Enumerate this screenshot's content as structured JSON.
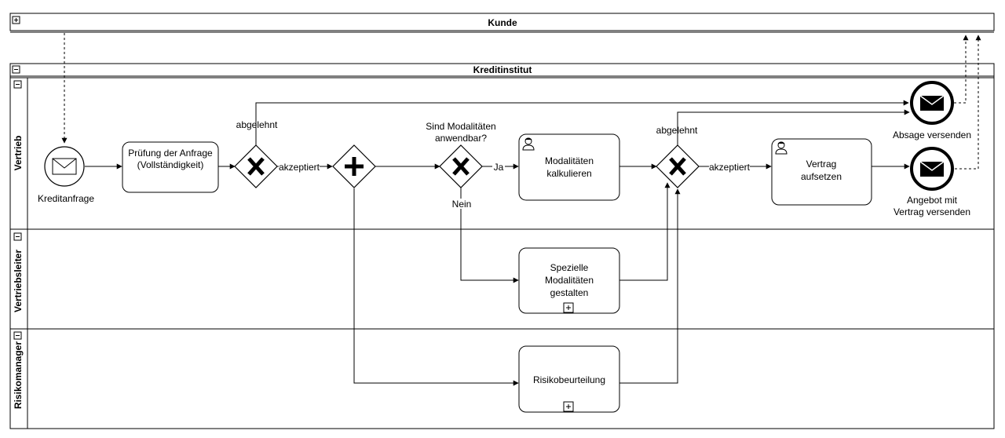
{
  "pools": {
    "customer": {
      "title": "Kunde"
    },
    "bank": {
      "title": "Kreditinstitut"
    }
  },
  "lanes": {
    "sales": "Vertrieb",
    "sales_manager": "Vertriebsleiter",
    "risk_manager": "Risikomanager"
  },
  "events": {
    "start_label": "Kreditanfrage",
    "end_reject_label": "Absage versenden",
    "end_offer_label": [
      "Angebot mit",
      "Vertrag versenden"
    ]
  },
  "tasks": {
    "check_request": [
      "Prüfung der Anfrage",
      "(Vollständigkeit)"
    ],
    "calc_modalities": [
      "Modalitäten",
      "kalkulieren"
    ],
    "special_modalities": [
      "Spezielle",
      "Modalitäten",
      "gestalten"
    ],
    "risk_assessment": [
      "Risikobeurteilung"
    ],
    "prepare_contract": [
      "Vertrag",
      "aufsetzen"
    ]
  },
  "gateways": {
    "question": [
      "Sind Modalitäten",
      "anwendbar?"
    ]
  },
  "flow_labels": {
    "rejected_1": "abgelehnt",
    "accepted_1": "akzeptiert",
    "yes": "Ja",
    "no": "Nein",
    "rejected_2": "abgelehnt",
    "accepted_2": "akzeptiert"
  },
  "controls": {
    "expand_symbol": "+",
    "collapse_symbol": "−",
    "subprocess_marker": "+"
  }
}
